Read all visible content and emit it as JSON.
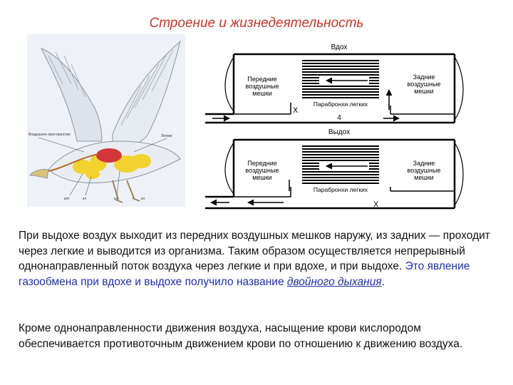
{
  "slide": {
    "title": "Строение и жизнедеятельность"
  },
  "bird_figure": {
    "labels": [
      "Воздушное пространство",
      "Легкие",
      "рот",
      "кл",
      "кл",
      "кл"
    ]
  },
  "diagram": {
    "inhale": {
      "title": "Вдох",
      "front_sacs": [
        "Передние",
        "воздушные",
        "мешки"
      ],
      "rear_sacs": [
        "Задние",
        "воздушные",
        "мешки"
      ],
      "parabronchi": "Парабронхи легких",
      "block_mark": "X"
    },
    "step_number": "4",
    "exhale": {
      "title": "Выдох",
      "front_sacs": [
        "Передние",
        "воздушные",
        "мешки"
      ],
      "rear_sacs": [
        "Задние",
        "воздушные",
        "мешки"
      ],
      "parabronchi": "Парабронхи легких",
      "block_mark": "X"
    }
  },
  "text": {
    "paragraph1_main": "При выдохе воздух выходит из передних воздушных мешков наружу, из задних — проходит через легкие и выводится из организма. Таким образом осуществляется непрерывный однонаправленный поток воздуха через легкие и при вдохе, и при выдохе.",
    "paragraph1_blue": "Это явление газообмена при вдохе и выдохе получило название",
    "paragraph1_term": "двойного дыхания",
    "paragraph1_end": ".",
    "paragraph2": "Кроме однонаправленности движения воздуха, насыщение крови кислородом обеспечивается противоточным движением крови по отношению к движению воздуха."
  }
}
